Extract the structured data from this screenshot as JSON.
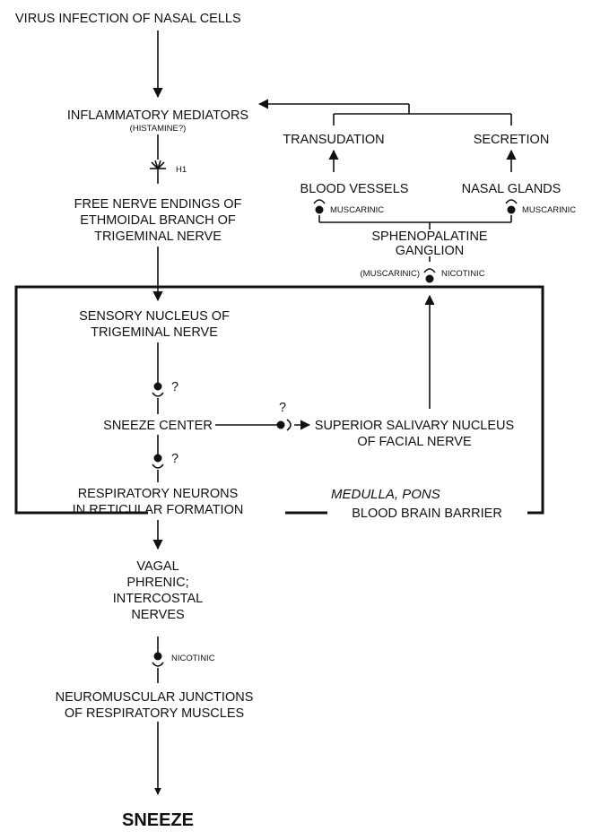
{
  "nodes": {
    "virus": "VIRUS INFECTION OF NASAL CELLS",
    "inflammatory": "INFLAMMATORY MEDIATORS",
    "histamine": "(HISTAMINE?)",
    "transudation": "TRANSUDATION",
    "secretion": "SECRETION",
    "blood_vessels": "BLOOD VESSELS",
    "nasal_glands": "NASAL GLANDS",
    "sphenopalatine_1": "SPHENOPALATINE",
    "sphenopalatine_2": "GANGLION",
    "free_nerve_1": "FREE NERVE ENDINGS OF",
    "free_nerve_2": "ETHMOIDAL BRANCH OF",
    "free_nerve_3": "TRIGEMINAL NERVE",
    "sensory_1": "SENSORY NUCLEUS OF",
    "sensory_2": "TRIGEMINAL NERVE",
    "sneeze_center": "SNEEZE CENTER",
    "salivary_1": "SUPERIOR SALIVARY NUCLEUS",
    "salivary_2": "OF FACIAL NERVE",
    "respiratory_1": "RESPIRATORY NEURONS",
    "respiratory_2": "IN RETICULAR FORMATION",
    "medulla": "MEDULLA, PONS",
    "bbb": "BLOOD BRAIN BARRIER",
    "vagal_1": "VAGAL",
    "vagal_2": "PHRENIC;",
    "vagal_3": "INTERCOSTAL",
    "vagal_4": "NERVES",
    "nmj_1": "NEUROMUSCULAR JUNCTIONS",
    "nmj_2": "OF RESPIRATORY MUSCLES",
    "sneeze": "SNEEZE"
  },
  "receptors": {
    "h1": "H1",
    "muscarinic_left": "MUSCARINIC",
    "muscarinic_right": "MUSCARINIC",
    "muscarinic_paren": "(MUSCARINIC)",
    "nicotinic_ganglion": "NICOTINIC",
    "q1": "?",
    "q2": "?",
    "q3": "?",
    "nicotinic_nmj": "NICOTINIC"
  }
}
